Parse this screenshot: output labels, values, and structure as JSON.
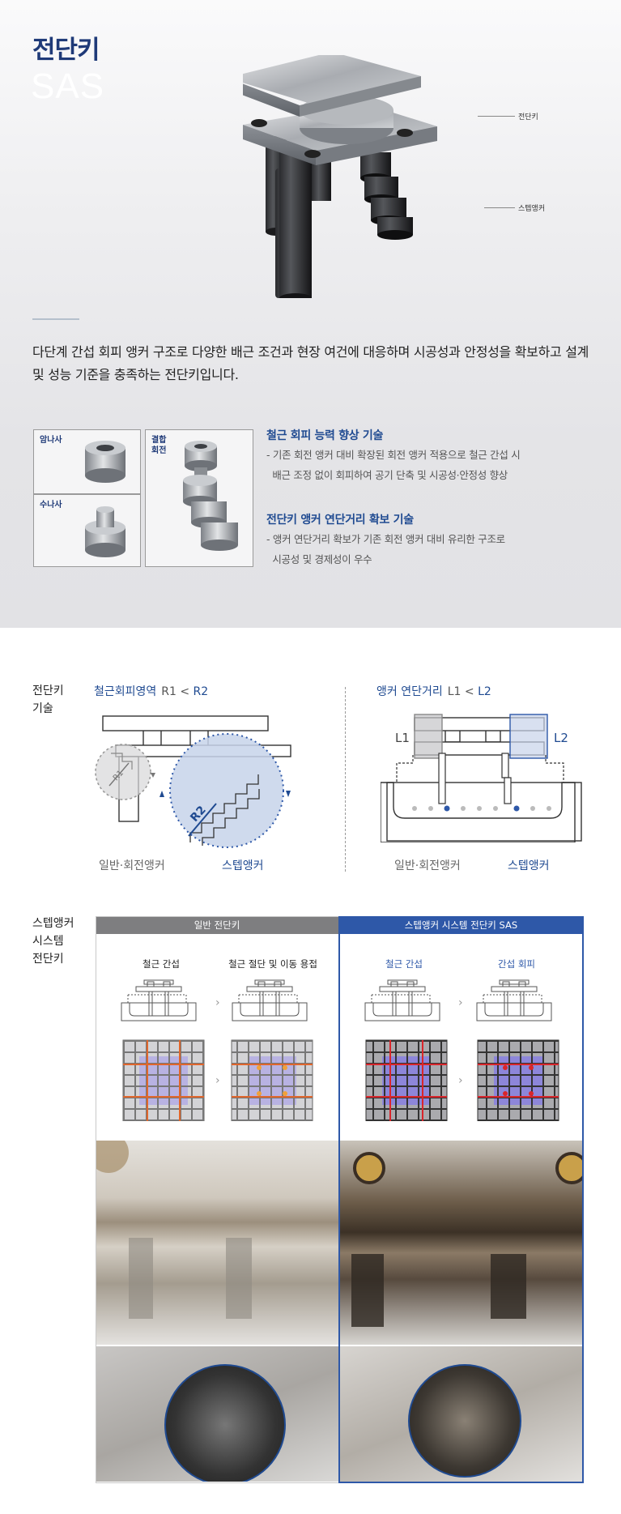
{
  "hero": {
    "title_ko": "전단키",
    "title_en": "SAS",
    "callouts": {
      "shear_key": "전단키",
      "step_anchor": "스텝앵커"
    },
    "intro": "다단계 간섭 회피 앵커 구조로 다양한 배근 조건과 현장 여건에 대응하며 시공성과 안정성을 확보하고 설계 및 성능 기준을 충족하는 전단키입니다.",
    "nuts": {
      "female": "암나사",
      "male": "수나사",
      "combined": "결합\n회전"
    },
    "features": [
      {
        "title": "철근 회피 능력 향상 기술",
        "desc": "- 기존 회전 앵커 대비 확장된 회전 앵커 적용으로 철근 간섭 시\n  배근 조정 없이 회피하여 공기 단축 및 시공성·안정성 향상"
      },
      {
        "title": "전단키 앵커 연단거리 확보 기술",
        "desc": "- 앵커 연단거리 확보가 기존 회전 앵커 대비 유리한 구조로\n  시공성 및 경제성이 우수"
      }
    ]
  },
  "tech": {
    "heading": "전단키\n기술",
    "left": {
      "title": "철근회피영역",
      "formula_a": "R1 < ",
      "formula_b": "R2",
      "r1": "R1",
      "r2": "R2",
      "cap_general": "일반·회전앵커",
      "cap_step": "스텝앵커"
    },
    "right": {
      "title": "앵커 연단거리",
      "formula_a": "L1 < ",
      "formula_b": "L2",
      "l1": "L1",
      "l2": "L2",
      "cap_general": "일반·회전앵커",
      "cap_step": "스텝앵커"
    }
  },
  "compare": {
    "heading": "스텝앵커\n시스템\n전단키",
    "general": {
      "header": "일반 전단키",
      "step1": "철근 간섭",
      "step2": "철근 절단 및 이동 용접"
    },
    "sas": {
      "header": "스텝앵커 시스템 전단키 SAS",
      "step1": "철근 간섭",
      "step2": "간섭 회피"
    },
    "arrow": "›"
  },
  "colors": {
    "navy": "#1f3a78",
    "blue": "#1f4a91",
    "frame_blue": "#2e58a8",
    "gray_header": "#7e7e80"
  }
}
